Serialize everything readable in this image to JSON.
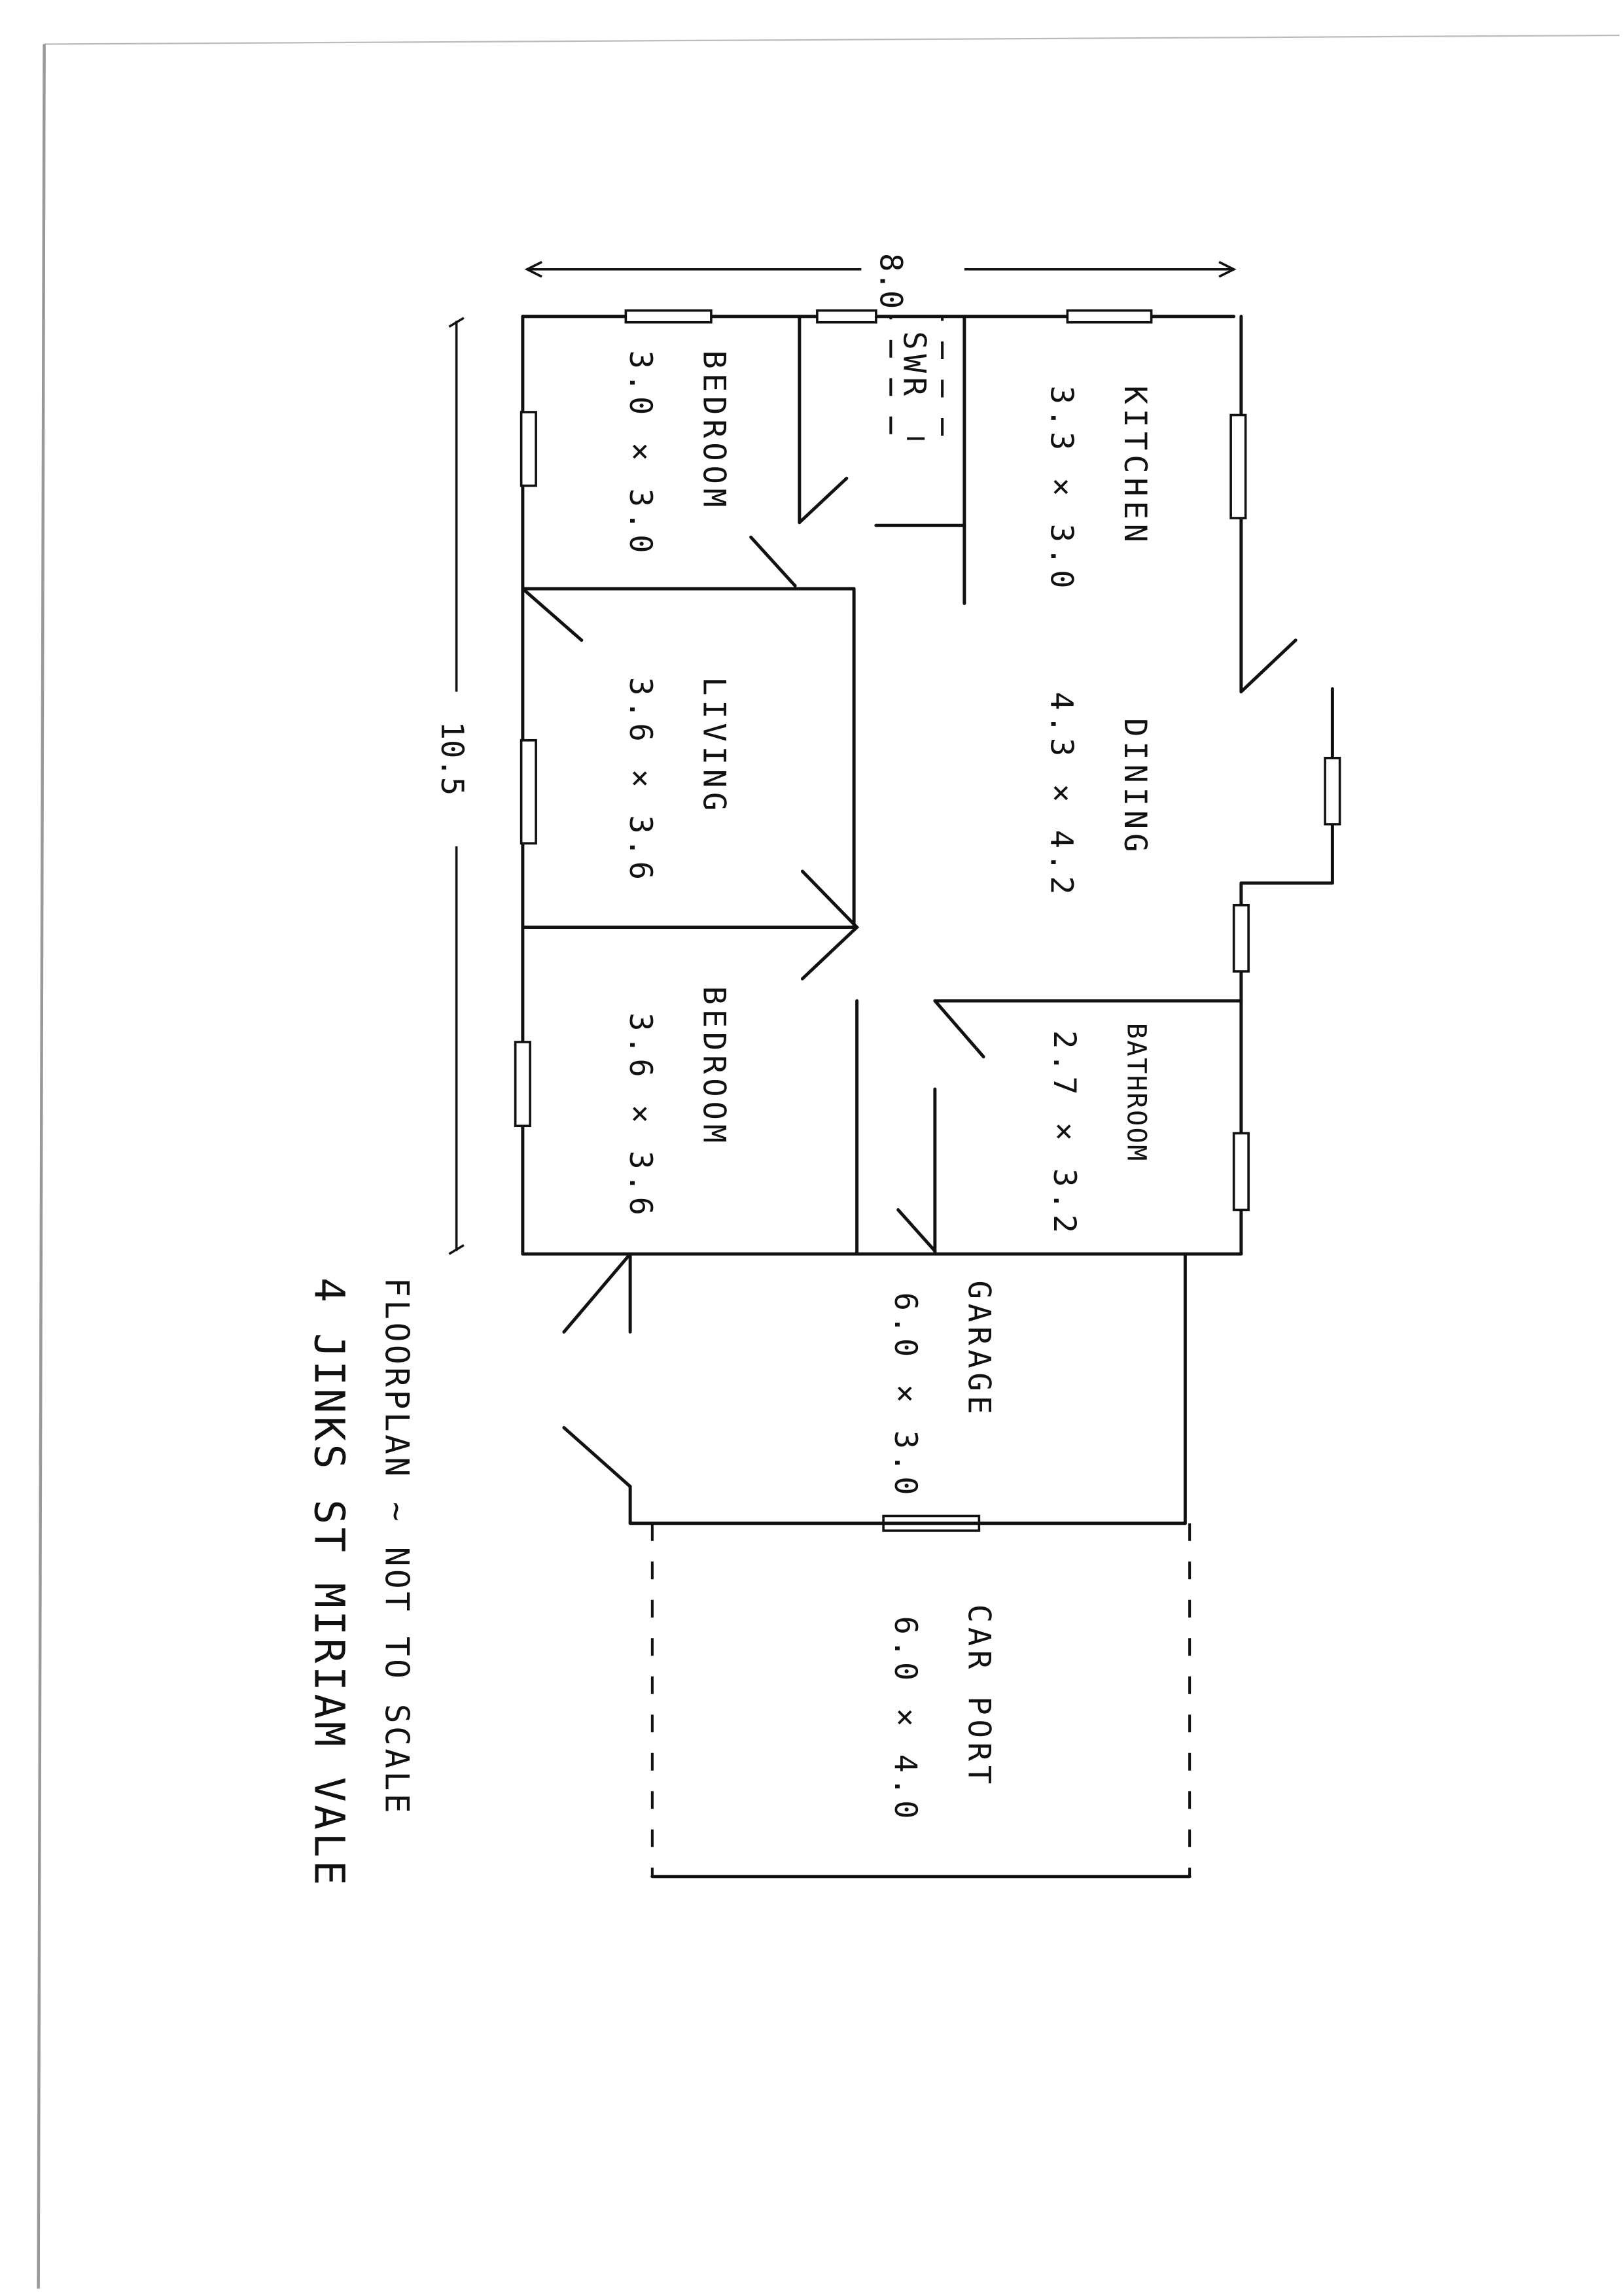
{
  "title": {
    "line1": "FLOORPLAN ~ NOT TO SCALE",
    "line2": "4 JINKS ST MIRIAM VALE"
  },
  "dimensions": {
    "width": "8.0",
    "length": "10.5"
  },
  "rooms": {
    "bedroom1": {
      "name": "BEDROOM",
      "size": "3.0 × 3.0"
    },
    "swr": {
      "name": "SWR"
    },
    "kitchen": {
      "name": "KITCHEN",
      "size": "3.3 × 3.0"
    },
    "living": {
      "name": "LIVING",
      "size": "3.6 × 3.6"
    },
    "dining": {
      "name": "DINING",
      "size": "4.3 × 4.2"
    },
    "bedroom2": {
      "name": "BEDROOM",
      "size": "3.6 × 3.6"
    },
    "bathroom": {
      "name": "BATHROOM",
      "size": "2.7 × 3.2"
    },
    "garage": {
      "name": "GARAGE",
      "size": "6.0 × 3.0"
    },
    "carport": {
      "name": "CAR PORT",
      "size": "6.0 × 4.0"
    }
  }
}
